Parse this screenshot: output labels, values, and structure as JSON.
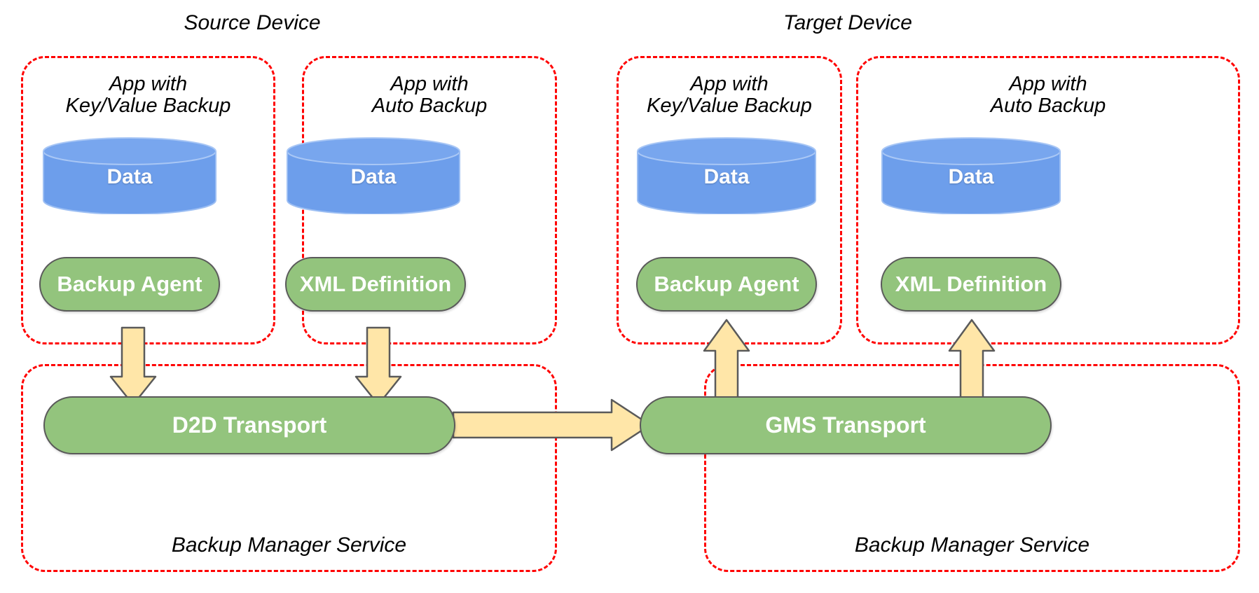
{
  "diagram": {
    "title_source": "Source Device",
    "title_target": "Target Device",
    "colors": {
      "panel_border": "#ff0000",
      "cylinder_fill": "#6d9eeb",
      "pill_fill": "#93c47d",
      "pill_stroke": "#5a5a5a",
      "arrow_fill": "#ffe6a8",
      "arrow_stroke": "#5a5a5a",
      "text_dark": "#000000",
      "text_light": "#ffffff",
      "background": "#ffffff"
    }
  },
  "source_device": {
    "title": "Source Device",
    "apps": [
      {
        "label": "App with\nKey/Value Backup",
        "data_label": "Data",
        "component_label": "Backup Agent"
      },
      {
        "label": "App with\nAuto Backup",
        "data_label": "Data",
        "component_label": "XML Definition"
      }
    ],
    "service": {
      "transport_label": "D2D Transport",
      "service_label": "Backup Manager Service"
    }
  },
  "target_device": {
    "title": "Target Device",
    "apps": [
      {
        "label": "App with\nKey/Value Backup",
        "data_label": "Data",
        "component_label": "Backup Agent"
      },
      {
        "label": "App with\nAuto Backup",
        "data_label": "Data",
        "component_label": "XML Definition"
      }
    ],
    "service": {
      "transport_label": "GMS Transport",
      "service_label": "Backup Manager Service"
    }
  },
  "flows": [
    {
      "name": "source-kv-agent-to-d2d",
      "direction": "down"
    },
    {
      "name": "source-xml-to-d2d",
      "direction": "down"
    },
    {
      "name": "d2d-to-gms",
      "direction": "right"
    },
    {
      "name": "gms-to-target-kv-agent",
      "direction": "up"
    },
    {
      "name": "gms-to-target-xml",
      "direction": "up"
    }
  ]
}
